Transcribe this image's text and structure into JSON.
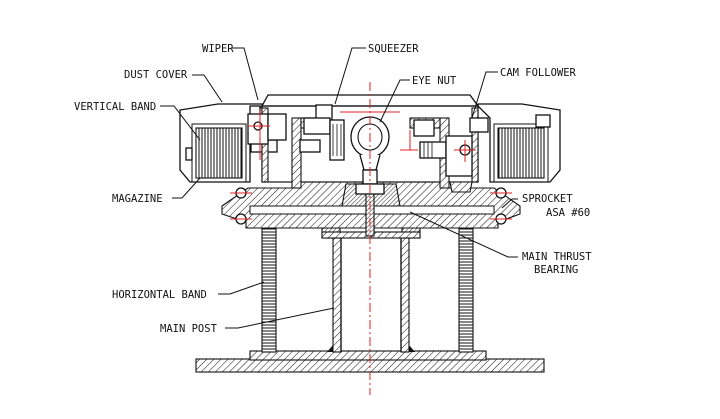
{
  "labels": {
    "wiper": "WIPER",
    "squeezer": "SQUEEZER",
    "eye_nut": "EYE NUT",
    "cam_follower": "CAM FOLLOWER",
    "dust_cover": "DUST COVER",
    "vertical_band": "VERTICAL BAND",
    "magazine": "MAGAZINE",
    "sprocket_line1": "SPROCKET",
    "sprocket_line2": "ASA #60",
    "main_thrust_bearing_line1": "MAIN THRUST",
    "main_thrust_bearing_line2": "BEARING",
    "horizontal_band": "HORIZONTAL BAND",
    "main_post": "MAIN POST"
  },
  "colors": {
    "line": "#111111",
    "centerline": "#e02020",
    "background": "#ffffff"
  }
}
